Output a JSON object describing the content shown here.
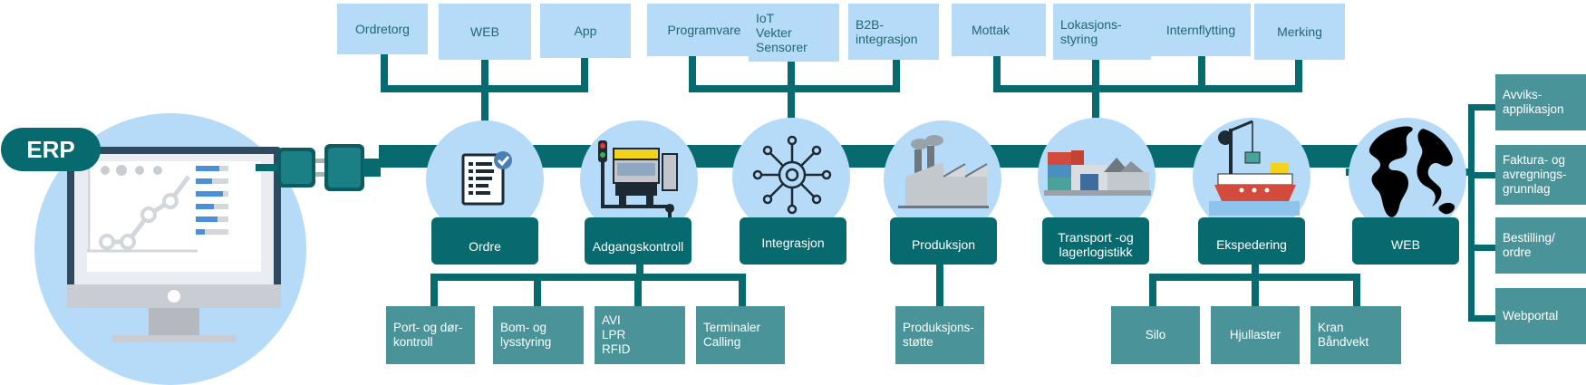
{
  "erp": {
    "label": "ERP"
  },
  "categories": [
    {
      "label": "Ordre"
    },
    {
      "label": "Adgangskontroll"
    },
    {
      "label": "Integrasjon"
    },
    {
      "label": "Produksjon"
    },
    {
      "label": "Transport -og\nlagerlogistikk"
    },
    {
      "label": "Ekspedering"
    },
    {
      "label": "WEB"
    }
  ],
  "top_boxes": [
    {
      "label": "Ordretorg"
    },
    {
      "label": "WEB"
    },
    {
      "label": "App"
    },
    {
      "label": "Programvare"
    },
    {
      "label": "IoT\nVekter\nSensorer"
    },
    {
      "label": "B2B-\nintegrasjon"
    },
    {
      "label": "Mottak"
    },
    {
      "label": "Lokasjons-\nstyring"
    },
    {
      "label": "Internflytting"
    },
    {
      "label": "Merking"
    }
  ],
  "bottom_boxes": [
    {
      "label": "Port- og dør-\nkontroll"
    },
    {
      "label": "Bom- og\nlysstyring"
    },
    {
      "label": "AVI\nLPR\nRFID"
    },
    {
      "label": "Terminaler\nCalling"
    },
    {
      "label": "Produksjons-\nstøtte"
    },
    {
      "label": "Silo"
    },
    {
      "label": "Hjullaster"
    },
    {
      "label": "Kran\nBåndvekt"
    }
  ],
  "right_boxes": [
    {
      "label": "Avviks-\napplikasjon"
    },
    {
      "label": "Faktura- og\navregnings-\ngrunnlag"
    },
    {
      "label": "Bestilling/\nordre"
    },
    {
      "label": "Webportal"
    }
  ]
}
